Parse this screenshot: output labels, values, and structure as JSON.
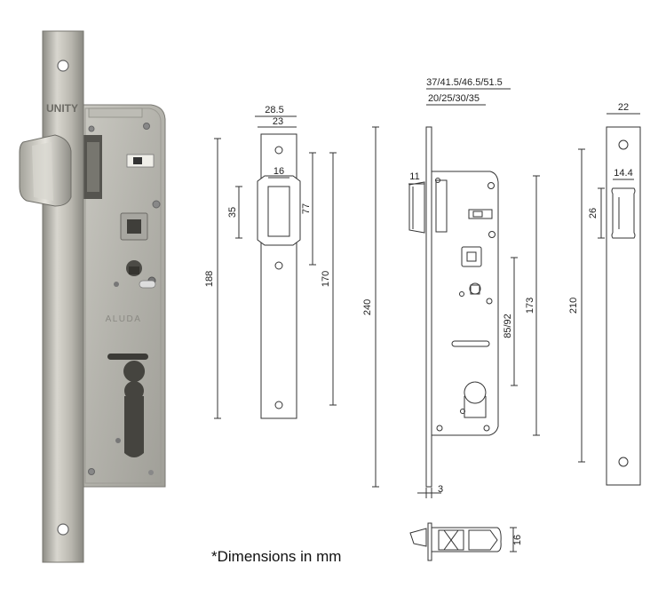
{
  "product": {
    "brand": "UNITY",
    "case_marking": "ALUDA"
  },
  "dimensions": {
    "strike_width_outer": "28.5",
    "strike_width_inner": "23",
    "strike_slot_width": "16",
    "strike_slot_height": "35",
    "strike_height": "188",
    "strike_hole_offset": "77",
    "strike_hole_span": "170",
    "lock_overall_height": "240",
    "lock_backsets": "37/41.5/46.5/51.5",
    "lock_backset_case": "20/25/30/35",
    "latch_projection": "11",
    "lock_center_distance": "85/92",
    "lock_body_height": "173",
    "faceplate_thickness": "3",
    "lock_depth": "16",
    "faceplate_width": "22",
    "faceplate_slot_width": "14.4",
    "faceplate_slot_height": "26",
    "faceplate_height": "210"
  },
  "caption": "*Dimensions in mm"
}
